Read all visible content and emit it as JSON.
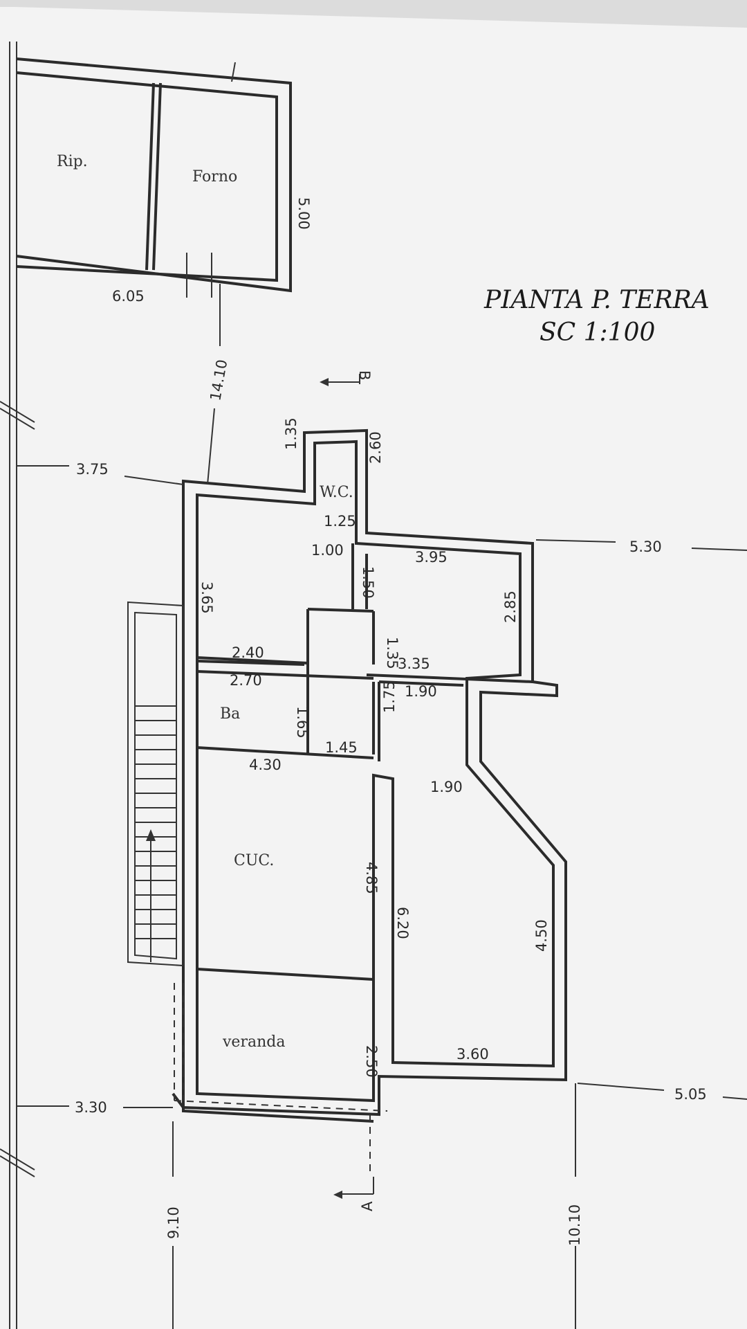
{
  "title": {
    "line1": "PIANTA P. TERRA",
    "line2": "SC 1:100"
  },
  "rooms": {
    "rip": "Rip.",
    "forno": "Forno",
    "wc": "W.C.",
    "bagno": "Ba",
    "cucina": "CUC.",
    "veranda": "veranda"
  },
  "dimensions": {
    "d_605": "6.05",
    "d_500": "5.00",
    "d_1410": "14.10",
    "d_375": "3.75",
    "d_135": "1.35",
    "d_260": "2.60",
    "d_125": "1.25",
    "d_530": "5.30",
    "d_100": "1.00",
    "d_395": "3.95",
    "d_150": "1.50",
    "d_365": "3.65",
    "d_285": "2.85",
    "d_240": "2.40",
    "d_135b": "1.35",
    "d_335": "3.35",
    "d_270": "2.70",
    "d_190a": "1.90",
    "d_165": "1.65",
    "d_175": "1.75",
    "d_145": "1.45",
    "d_430": "4.30",
    "d_190b": "1.90",
    "d_485": "4.85",
    "d_620": "6.20",
    "d_450": "4.50",
    "d_250": "2.50",
    "d_360": "3.60",
    "d_505": "5.05",
    "d_330": "3.30",
    "d_910": "9.10",
    "d_1010": "10.10"
  },
  "section_marks": {
    "a": "A",
    "b": "B"
  }
}
